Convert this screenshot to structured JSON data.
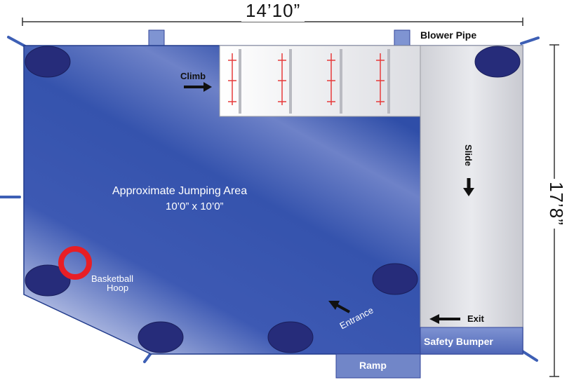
{
  "dimensions": {
    "width": "14’10”",
    "length": "17’8”"
  },
  "labels": {
    "blower_pipe": "Blower Pipe",
    "climb": "Climb",
    "slide": "Slide",
    "jump_area_title": "Approximate Jumping Area",
    "jump_area_size": "10’0” x 10’0”",
    "basketball_line1": "Basketball",
    "basketball_line2": "Hoop",
    "entrance": "Entrance",
    "exit": "Exit",
    "safety_bumper": "Safety Bumper",
    "ramp": "Ramp"
  },
  "colors": {
    "floor_dark": "#2f4ea8",
    "floor_light": "#eef0fb",
    "slide_gray": "#d7d8de",
    "climb_white": "#f2f2f4",
    "pillar": "#262c7a",
    "hoop": "#e81e25",
    "dimension_line": "#333333"
  }
}
